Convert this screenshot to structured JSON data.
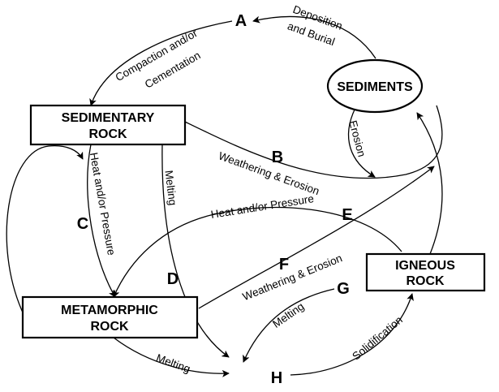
{
  "nodes": {
    "sediments": {
      "label": "SEDIMENTS"
    },
    "sedimentary": {
      "line1": "SEDIMENTARY",
      "line2": "ROCK"
    },
    "metamorphic": {
      "line1": "METAMORPHIC",
      "line2": "ROCK"
    },
    "igneous": {
      "line1": "IGNEOUS",
      "line2": "ROCK"
    }
  },
  "letters": {
    "a": "A",
    "b": "B",
    "c": "C",
    "d": "D",
    "e": "E",
    "f": "F",
    "g": "G",
    "h": "H"
  },
  "labels": {
    "deposition_1": "Deposition",
    "deposition_2": "and Burial",
    "compaction_1": "Compaction and/or",
    "compaction_2": "Cementation",
    "erosion": "Erosion",
    "weathering_b": "Weathering & Erosion",
    "heat_pressure_c": "Heat and/or Pressure",
    "melting_d": "Melting",
    "heat_pressure_e": "Heat and/or Pressure",
    "weathering_f": "Weathering & Erosion",
    "melting_g": "Melting",
    "melting_h": "Melting",
    "solidification": "Solidification"
  }
}
